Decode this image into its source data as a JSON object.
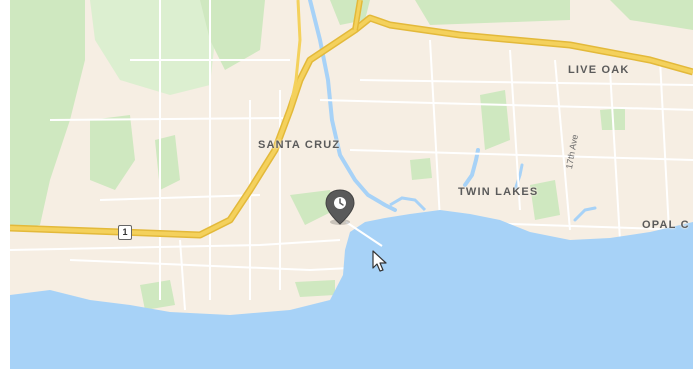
{
  "map": {
    "labels": {
      "santa_cruz": "SANTA CRUZ",
      "live_oak": "LIVE OAK",
      "twin_lakes": "TWIN LAKES",
      "opal_cliffs": "OPAL C",
      "seventeenth_ave": "17th Ave"
    },
    "route_shield": "1",
    "colors": {
      "land": "#f6eee3",
      "water": "#a7d2f7",
      "park": "#cfe8c0",
      "highway": "#f2c94a",
      "road": "#ffffff",
      "pin": "#5a5a5a"
    }
  }
}
